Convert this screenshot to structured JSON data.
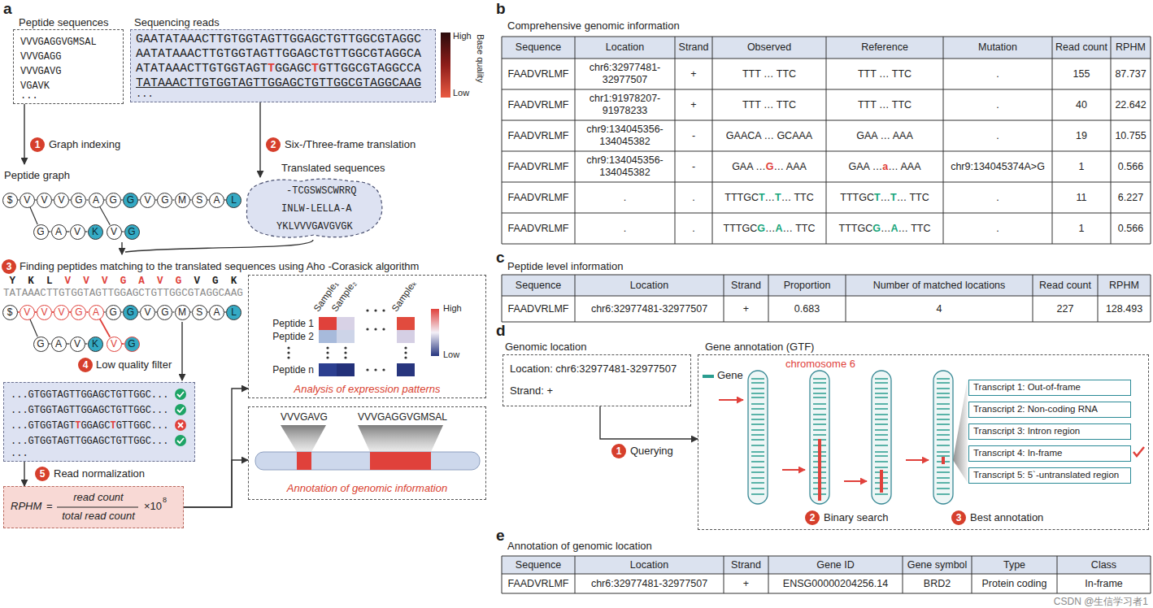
{
  "diagram": {
    "nodes": [
      {
        "text": [
          "Peptide sequences",
          "VVVGAGGVGMSAL",
          "VVVGAGG",
          "VVVGAVG",
          "VGAVK",
          "..."
        ]
      },
      {
        "text": [
          "Sequencing reads",
          "GAATATAAACTTGTGGTAGTTGGAGCTGTTGGCGTAGGC",
          "AATATAAACTTGTGGTAGTTGGAGCTGTTGGCGTAGGCA",
          "ATATAAACTTGTGGTAGTTGGAGCTGTTGGCGTAGGCCA",
          "TATAAACTTGTGGTAGTTGGAGCTGTTGGCGTAGGCAAG",
          "..."
        ]
      },
      {
        "text": [
          "$"
        ]
      },
      {
        "text": [
          "V"
        ]
      },
      {
        "text": [
          "V"
        ]
      },
      {
        "text": [
          "V"
        ]
      },
      {
        "text": [
          "G"
        ]
      },
      {
        "text": [
          "A"
        ]
      },
      {
        "text": [
          "G"
        ]
      },
      {
        "text": [
          "G"
        ]
      },
      {
        "text": [
          "V"
        ]
      },
      {
        "text": [
          "G"
        ]
      },
      {
        "text": [
          "M"
        ]
      },
      {
        "text": [
          "S"
        ]
      },
      {
        "text": [
          "A"
        ]
      },
      {
        "text": [
          "L"
        ]
      },
      {
        "text": [
          "G"
        ]
      },
      {
        "text": [
          "A"
        ]
      },
      {
        "text": [
          "V"
        ]
      },
      {
        "text": [
          "K"
        ]
      },
      {
        "text": [
          "V"
        ]
      },
      {
        "text": [
          "G"
        ]
      },
      {
        "text": [
          "Translated sequences",
          "-TCGSWSCWRRQ",
          "INLW-LELLA-A",
          "YKLVVVGAVGVGK"
        ]
      },
      {
        "text": [
          "$"
        ]
      },
      {
        "text": [
          "V"
        ]
      },
      {
        "text": [
          "V"
        ]
      },
      {
        "text": [
          "V"
        ]
      },
      {
        "text": [
          "G"
        ]
      },
      {
        "text": [
          "A"
        ]
      },
      {
        "text": [
          "G"
        ]
      },
      {
        "text": [
          "G"
        ]
      },
      {
        "text": [
          "V"
        ]
      },
      {
        "text": [
          "G"
        ]
      },
      {
        "text": [
          "M"
        ]
      },
      {
        "text": [
          "S"
        ]
      },
      {
        "text": [
          "A"
        ]
      },
      {
        "text": [
          "L"
        ]
      },
      {
        "text": [
          "G"
        ]
      },
      {
        "text": [
          "A"
        ]
      },
      {
        "text": [
          "V"
        ]
      },
      {
        "text": [
          "K"
        ]
      },
      {
        "text": [
          "V"
        ]
      },
      {
        "text": [
          "G"
        ]
      },
      {
        "text": [
          "...GTGGTAGTTGGAGCTGTTGGC...",
          "...GTGGTAGTTGGAGCTGTTGGC...",
          "...GTGGTAGTTGGAGCTGTTGGC...",
          "...GTGGTAGTTGGAGCTGTTGGC...",
          "..."
        ]
      },
      {
        "text": [
          "Analysis of expression patterns"
        ]
      },
      {
        "text": [
          "RPHM",
          "=",
          "read count",
          "total read count",
          "×10",
          "8"
        ]
      },
      {
        "text": [
          "Annotation of genomic information"
        ]
      },
      {
        "text": [
          "Genomic location",
          "Location: chr6:32977481-32977507",
          "Strand: +"
        ]
      },
      {
        "text": [
          "Gene annotation (GTF)"
        ]
      },
      {
        "text": [
          "Transcript 1: Out-of-frame"
        ],
        "in": 48
      },
      {
        "text": [
          "Transcript 2: Non-coding RNA"
        ],
        "in": 48
      },
      {
        "text": [
          "Transcript 3: Intron region"
        ],
        "in": 48
      },
      {
        "text": [
          "Transcript 4: In-frame"
        ],
        "in": 48
      },
      {
        "text": [
          "Transcript 5: 5`-untranslated region"
        ],
        "in": 48
      }
    ],
    "edges": [
      {
        "from": 1,
        "to": 22,
        "arrow": "to"
      },
      {
        "from": 2,
        "to": 3,
        "arrow": "none"
      },
      {
        "from": 3,
        "to": 4,
        "arrow": "none"
      },
      {
        "from": 4,
        "to": 5,
        "arrow": "none"
      },
      {
        "from": 5,
        "to": 6,
        "arrow": "none"
      },
      {
        "from": 6,
        "to": 7,
        "arrow": "none"
      },
      {
        "from": 7,
        "to": 8,
        "arrow": "none"
      },
      {
        "from": 8,
        "to": 9,
        "arrow": "none"
      },
      {
        "from": 9,
        "to": 10,
        "arrow": "none"
      },
      {
        "from": 10,
        "to": 11,
        "arrow": "none"
      },
      {
        "from": 11,
        "to": 12,
        "arrow": "none"
      },
      {
        "from": 12,
        "to": 13,
        "arrow": "none"
      },
      {
        "from": 13,
        "to": 14,
        "arrow": "none"
      },
      {
        "from": 14,
        "to": 15,
        "arrow": "none"
      },
      {
        "from": 3,
        "to": 16,
        "arrow": "none"
      },
      {
        "from": 16,
        "to": 17,
        "arrow": "none"
      },
      {
        "from": 17,
        "to": 18,
        "arrow": "none"
      },
      {
        "from": 18,
        "to": 19,
        "arrow": "none"
      },
      {
        "from": 7,
        "to": 20,
        "arrow": "none"
      },
      {
        "from": 20,
        "to": 21,
        "arrow": "none"
      },
      {
        "from": 23,
        "to": 24,
        "arrow": "none"
      },
      {
        "from": 24,
        "to": 25,
        "arrow": "none"
      },
      {
        "from": 25,
        "to": 26,
        "arrow": "none"
      },
      {
        "from": 26,
        "to": 27,
        "arrow": "none"
      },
      {
        "from": 27,
        "to": 28,
        "arrow": "none"
      },
      {
        "from": 28,
        "to": 29,
        "arrow": "none"
      },
      {
        "from": 29,
        "to": 30,
        "arrow": "none"
      },
      {
        "from": 30,
        "to": 31,
        "arrow": "none"
      },
      {
        "from": 31,
        "to": 32,
        "arrow": "none"
      },
      {
        "from": 32,
        "to": 33,
        "arrow": "none"
      },
      {
        "from": 33,
        "to": 34,
        "arrow": "none"
      },
      {
        "from": 34,
        "to": 35,
        "arrow": "none"
      },
      {
        "from": 35,
        "to": 36,
        "arrow": "none"
      },
      {
        "from": 24,
        "to": 37,
        "arrow": "none"
      },
      {
        "from": 37,
        "to": 38,
        "arrow": "none"
      },
      {
        "from": 38,
        "to": 39,
        "arrow": "none"
      },
      {
        "from": 39,
        "to": 40,
        "arrow": "none"
      },
      {
        "from": 28,
        "to": 41,
        "arrow": "none"
      },
      {
        "from": 41,
        "to": 42,
        "arrow": "none"
      },
      {
        "from": 43,
        "to": 45,
        "arrow": "to"
      },
      {
        "from": 45,
        "to": 44,
        "arrow": "to"
      },
      {
        "from": 45,
        "to": 46,
        "arrow": "to"
      },
      {
        "from": 47,
        "to": 48,
        "arrow": "to"
      }
    ],
    "labels": [
      "a",
      "High",
      "Low",
      "Base quality",
      "1",
      "Graph indexing",
      "2",
      "Six-/Three-frame translation",
      "Peptide graph",
      "3",
      "Finding peptides matching to the translated sequences using Aho -Corasick algorithm",
      "TATAAACTTGTGGTAGTTGGAGCTGTTGGCGTAGGCAAG",
      "YKLVVVGAVGVGK",
      "4",
      "Low quality filter",
      "5",
      "Read normalization",
      "Sample₁",
      "Sample₂",
      "Sampleₖ",
      "Peptide 1",
      "Peptide 2",
      "Peptide n",
      "High",
      "Low",
      "VVVGAVG",
      "VVVGAGGVGMSAL",
      "b",
      "Comprehensive genomic information",
      "Sequence",
      "Location",
      "Strand",
      "Observed",
      "Reference",
      "Mutation",
      "Read count",
      "RPHM",
      "FAADVRLMF",
      "chr6:32977481-32977507",
      "+",
      "TTT … TTC",
      "TTT … TTC",
      ".",
      "155",
      "87.737",
      "FAADVRLMF",
      "chr1:91978207-91978233",
      "+",
      "TTT … TTC",
      "TTT … TTC",
      ".",
      "40",
      "22.642",
      "FAADVRLMF",
      "chr9:134045356-134045382",
      "-",
      "GAACA … GCAAA",
      "GAA … AAA",
      ".",
      "19",
      "10.755",
      "FAADVRLMF",
      "chr9:134045356-134045382",
      "-",
      "GAA … G … AAA",
      "GAA … a … AAA",
      "chr9:134045374A>G",
      "1",
      "0.566",
      "FAADVRLMF",
      ".",
      ".",
      "TTTGCT … T … TTC",
      "TTTGCT … T … TTC",
      ".",
      "11",
      "6.227",
      "FAADVRLMF",
      ".",
      ".",
      "TTTGCG … A … TTC",
      "TTTGCG … A … TTC",
      ".",
      "1",
      "0.566",
      "c",
      "Peptide level information",
      "Sequence",
      "Location",
      "Strand",
      "Proportion",
      "Number of matched locations",
      "Read count",
      "RPHM",
      "FAADVRLMF",
      "chr6:32977481-32977507",
      "+",
      "0.683",
      "4",
      "227",
      "128.493",
      "d",
      "chromosome 6",
      "1",
      "Querying",
      "2",
      "Binary search",
      "3",
      "Best annotation",
      "e",
      "Annotation of genomic location",
      "Sequence",
      "Location",
      "Strand",
      "Gene ID",
      "Gene symbol",
      "Type",
      "Class",
      "FAADVRLMF",
      "chr6:32977481-32977507",
      "+",
      "ENSG00000204256.14",
      "BRD2",
      "Protein coding",
      "In-frame",
      "CSDN @生信学习者1"
    ],
    "legend": [
      {
        "text": "Gene",
        "color": "#2a9d8f"
      }
    ]
  }
}
